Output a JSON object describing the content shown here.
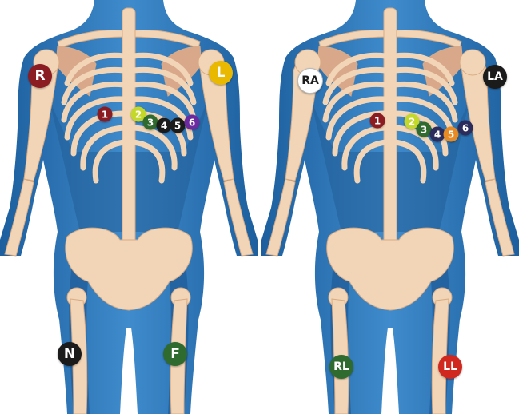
{
  "colors": {
    "maroon": "#8a1c22",
    "yellow": "#e9b800",
    "black": "#1b1b1b",
    "white": "#ffffff",
    "dark_green": "#2f6a2e",
    "lime": "#c4d82a",
    "orange": "#e98b25",
    "navy": "#2c2c5c",
    "purple": "#6b2aa0",
    "red": "#d0281f",
    "body_blue": "#2e79b9",
    "bone": "#f2d5b6"
  },
  "left_panel": {
    "limb": {
      "r": "R",
      "l": "L",
      "n": "N",
      "f": "F"
    },
    "chest": [
      "1",
      "2",
      "3",
      "4",
      "5",
      "6"
    ]
  },
  "right_panel": {
    "limb": {
      "ra": "RA",
      "la": "LA",
      "rl": "RL",
      "ll": "LL"
    },
    "chest": [
      "1",
      "2",
      "3",
      "4",
      "5",
      "6"
    ]
  }
}
